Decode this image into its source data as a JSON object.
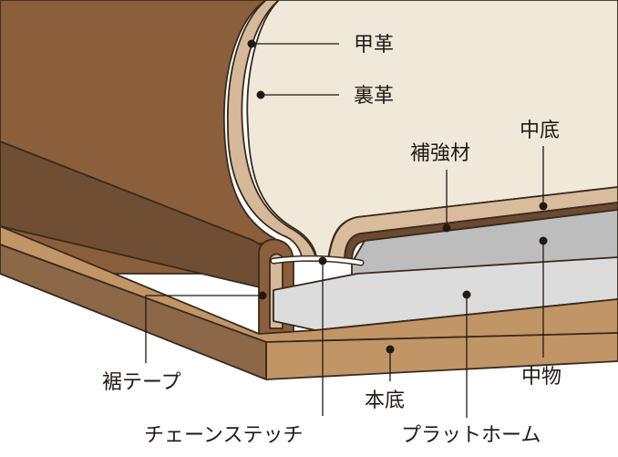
{
  "diagram": {
    "colors": {
      "upper_leather": "#8B5E3C",
      "upper_leather_dark": "#6F4E33",
      "lining": "#D6B99A",
      "inner_cream": "#F0E9DA",
      "insole": "#D8BC9C",
      "reinforcement": "#6B4A30",
      "midsole": "#BDBDBD",
      "platform": "#DCDCDC",
      "outsole": "#C19566",
      "outsole_side": "#8C6748",
      "stitch": "#FFFFFF",
      "outline": "#3A2A1E"
    },
    "labels": {
      "upper": "甲革",
      "lining": "裏革",
      "reinforcement": "補強材",
      "insole": "中底",
      "binding_tape": "裾テープ",
      "outsole": "本底",
      "filler": "中物",
      "chain_stitch": "チェーンステッチ",
      "platform": "プラットホーム"
    }
  }
}
